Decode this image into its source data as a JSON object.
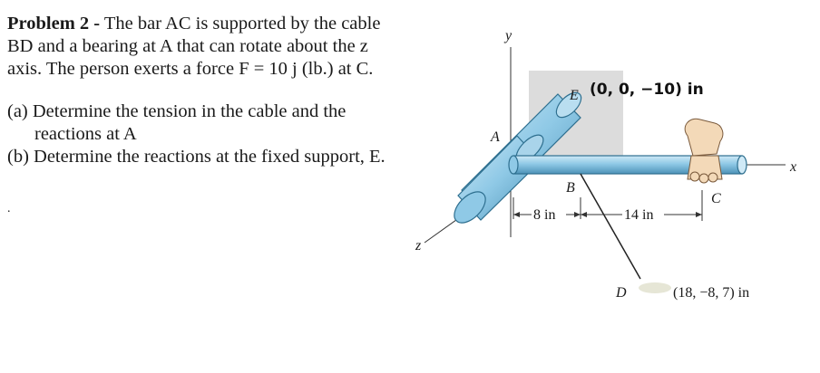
{
  "problem": {
    "heading": "Problem 2 -",
    "line1": " The bar AC is supported by the cable",
    "line2": "BD and a bearing at A that can rotate about the z",
    "line3": "axis. The person exerts a force F = 10 j (lb.) at C.",
    "part_a_1": "(a) Determine the tension in the cable and the",
    "part_a_2": "reactions at A",
    "part_b": "(b) Determine the reactions at the fixed support, E.",
    "stray_dot": "."
  },
  "figure": {
    "axis_y": "y",
    "axis_x": "x",
    "axis_z": "z",
    "point_A": "A",
    "point_B": "B",
    "point_C": "C",
    "point_D": "D",
    "point_E": "E",
    "coord_E": "(0, 0, −10) in",
    "coord_D": "(18, −8, 7) in",
    "dim_AB": "8 in",
    "dim_BC": "14 in",
    "colors": {
      "bar_fill": "#8fc9e6",
      "bar_stroke": "#2e6f8f",
      "wall": "#d9d9d9",
      "shadow": "#e4e4d4",
      "hand": "#f3d9b8"
    }
  }
}
